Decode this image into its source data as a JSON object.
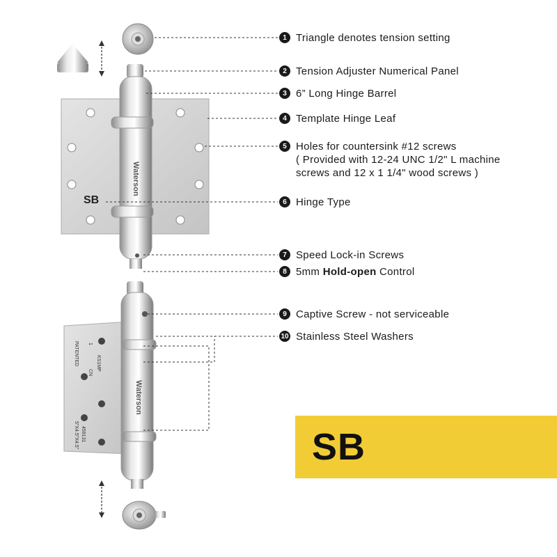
{
  "callouts": [
    {
      "n": "1",
      "text": "Triangle denotes tension setting"
    },
    {
      "n": "2",
      "text": "Tension Adjuster Numerical Panel"
    },
    {
      "n": "3",
      "text": "6” Long Hinge Barrel"
    },
    {
      "n": "4",
      "text": "Template Hinge Leaf"
    },
    {
      "n": "5",
      "text": "Holes for countersink #12 screws",
      "line2": "( Provided with 12-24 UNC 1/2\" L machine",
      "line3": "screws and 12 x 1 1/4\" wood screws )"
    },
    {
      "n": "6",
      "text": "Hinge Type"
    },
    {
      "n": "7",
      "text": "Speed Lock-in Screws"
    },
    {
      "n": "8",
      "pre": "5mm ",
      "bold": "Hold-open",
      "post": " Control"
    },
    {
      "n": "9",
      "text": "Captive Screw - not serviceable"
    },
    {
      "n": "10",
      "text": "Stainless Steel Washers"
    }
  ],
  "hinge_type_label": "SB",
  "banner": {
    "text": "SB",
    "color": "#f2cc35"
  },
  "barrel_brand": "Waterson",
  "leaf_engraving": {
    "model": "KS1MP",
    "n1": "1",
    "cn": "CN",
    "patented": "PATENTED",
    "code": "459131",
    "size": "5\"X4.5\"X4.5\""
  }
}
